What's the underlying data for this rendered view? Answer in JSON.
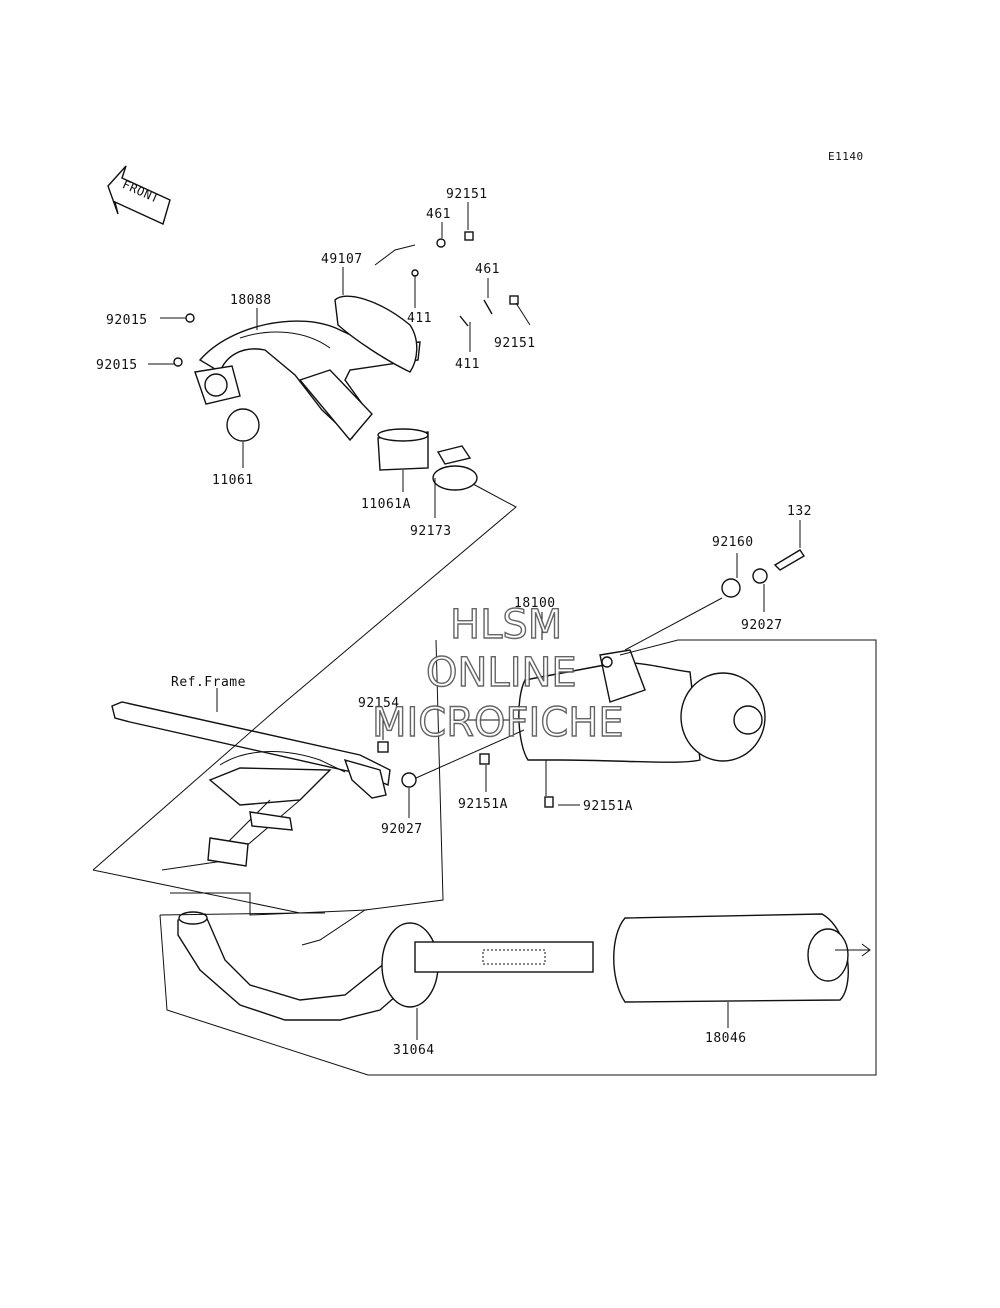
{
  "diagram_code": "E1140",
  "front_label": "FRONT",
  "ref_label": "Ref.Frame",
  "watermark": [
    "HLSM",
    "ONLINE",
    "MICROFICHE"
  ],
  "parts": {
    "p92151a": "92151",
    "p461a": "461",
    "p49107": "49107",
    "p461b": "461",
    "p18088": "18088",
    "p411a": "411",
    "p92015a": "92015",
    "p92151b": "92151",
    "p92015b": "92015",
    "p411b": "411",
    "p11061": "11061",
    "p11061a": "11061A",
    "p92173": "92173",
    "p132": "132",
    "p92160": "92160",
    "p18100": "18100",
    "p92027a": "92027",
    "p92154": "92154",
    "p92151A1": "92151A",
    "p92151A2": "92151A",
    "p92027b": "92027",
    "p31064": "31064",
    "p18046": "18046"
  }
}
